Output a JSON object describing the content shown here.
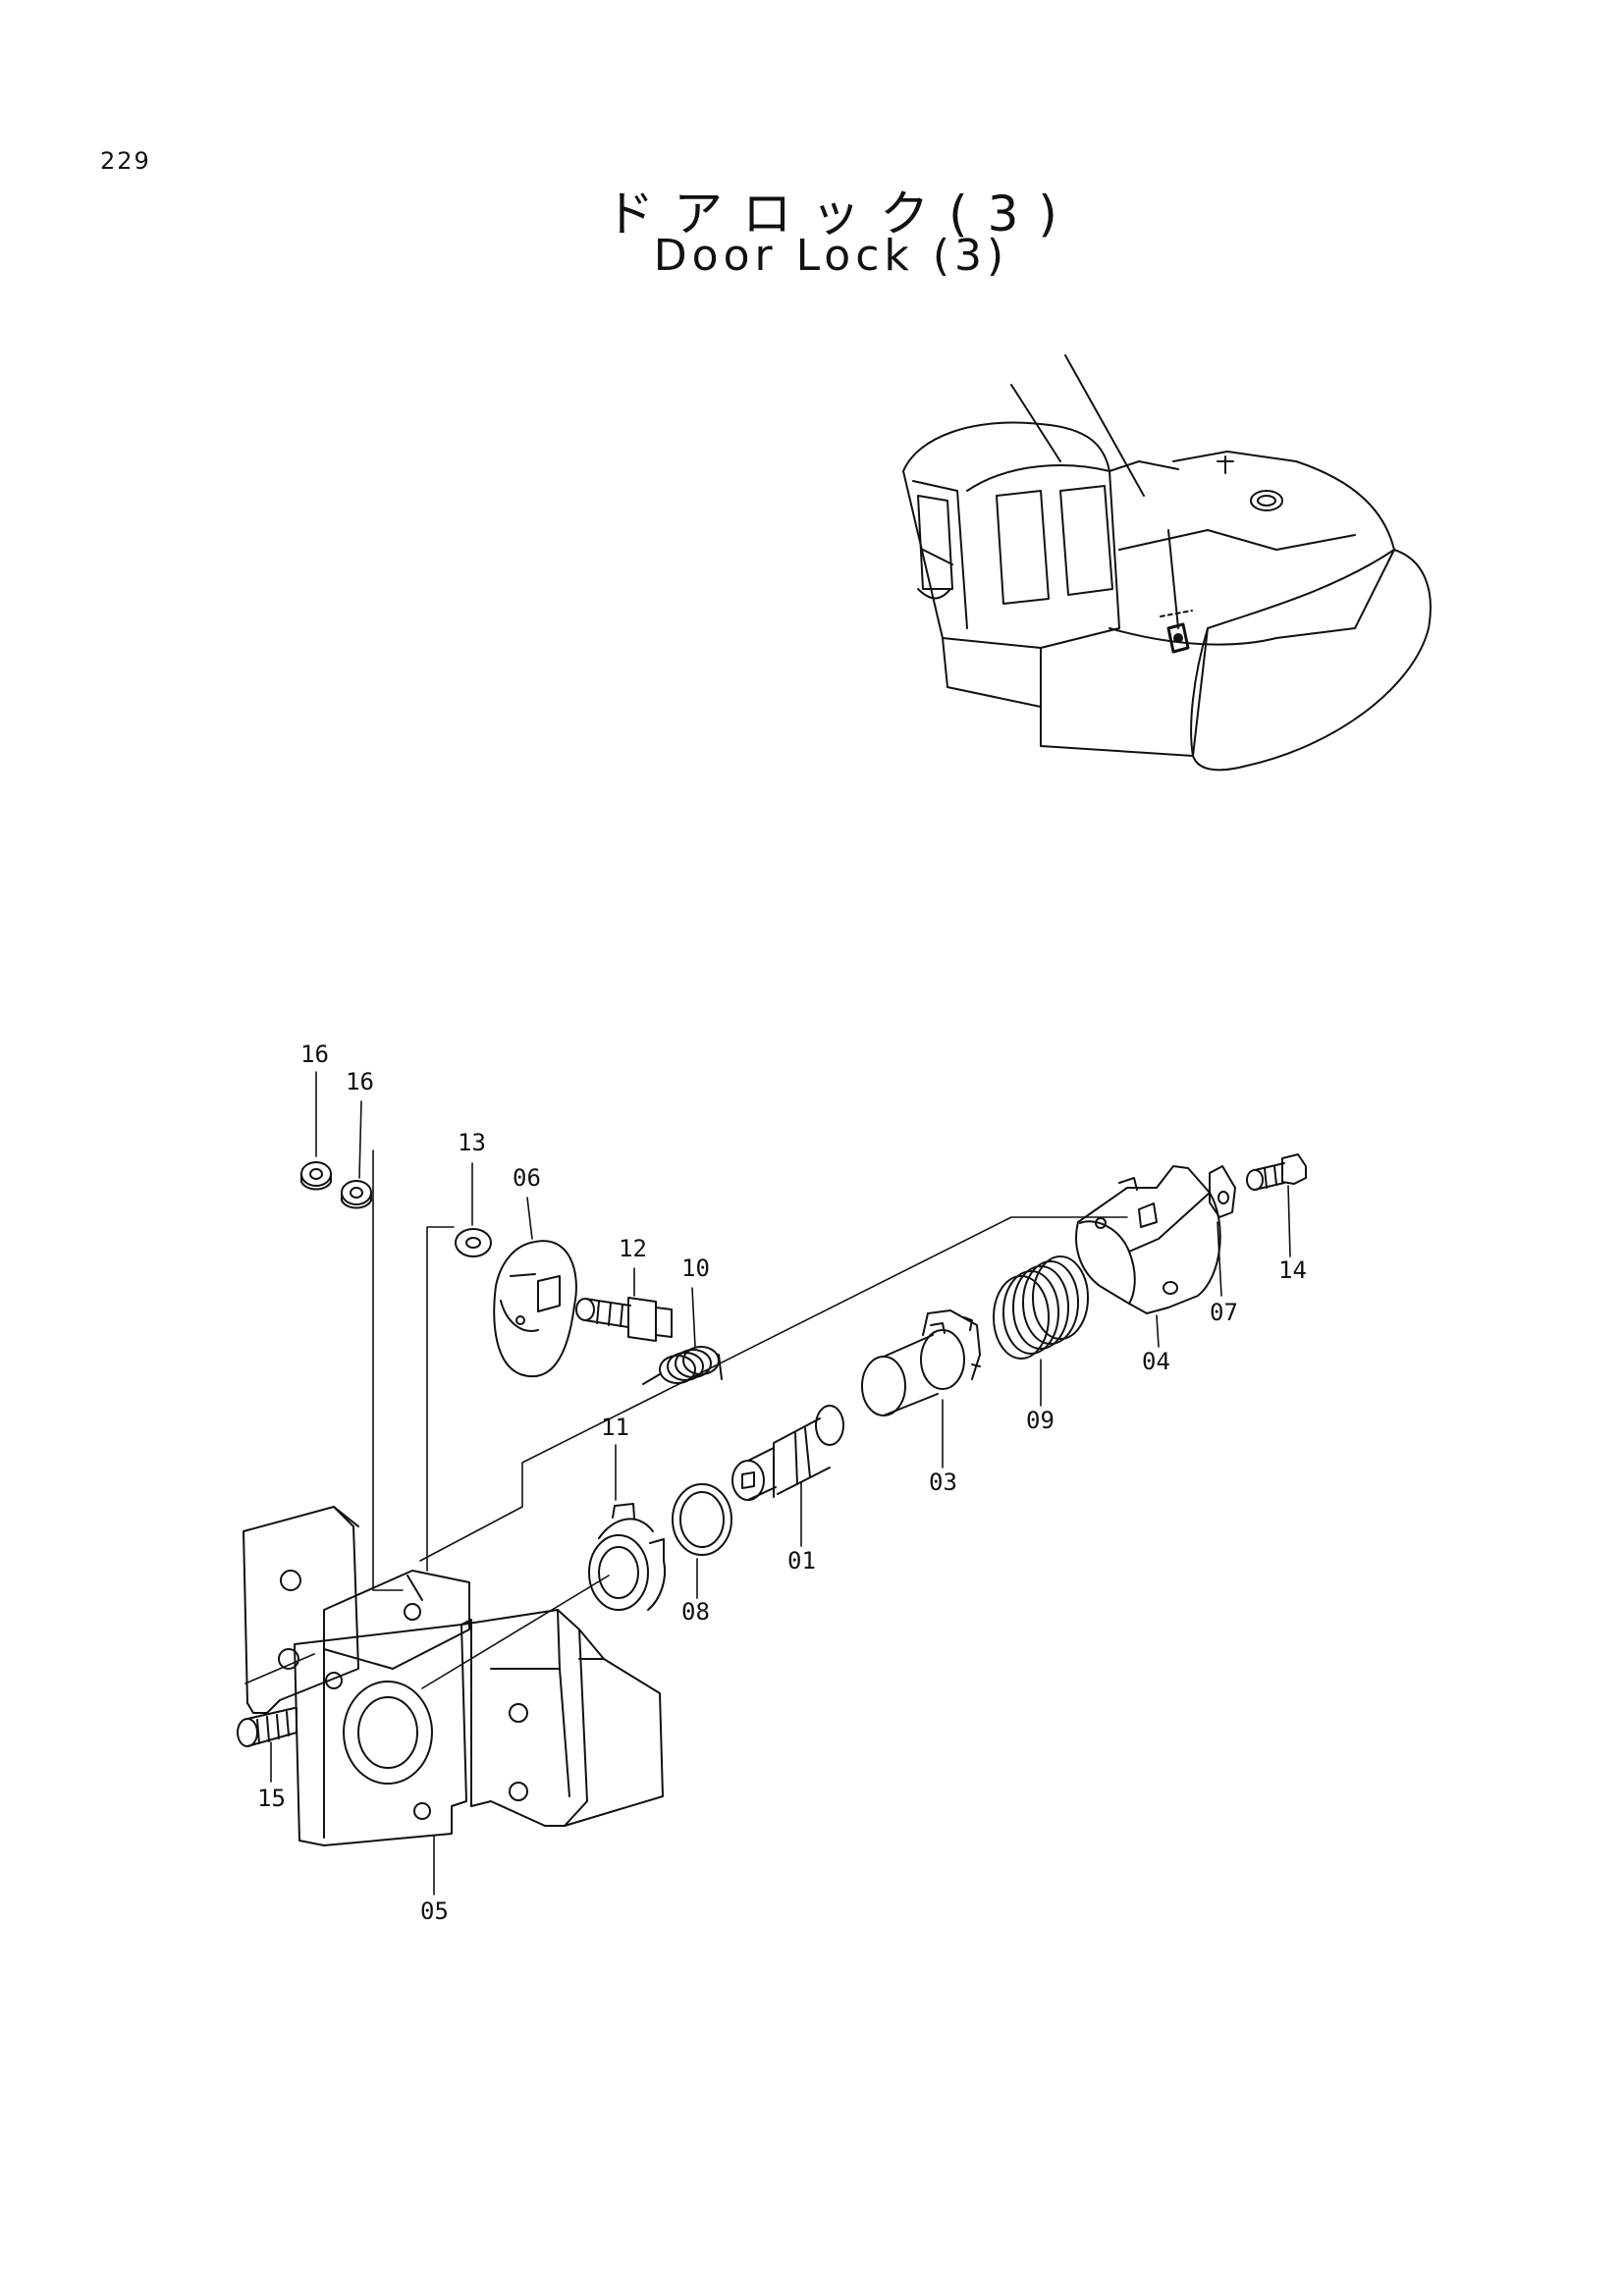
{
  "page": {
    "number": "229"
  },
  "title": {
    "japanese": "ドアロック(3)",
    "english": "Door Lock (3)"
  },
  "callouts": [
    {
      "id": "01",
      "label": "01"
    },
    {
      "id": "03",
      "label": "03"
    },
    {
      "id": "04",
      "label": "04"
    },
    {
      "id": "05",
      "label": "05"
    },
    {
      "id": "06",
      "label": "06"
    },
    {
      "id": "07",
      "label": "07"
    },
    {
      "id": "08",
      "label": "08"
    },
    {
      "id": "09",
      "label": "09"
    },
    {
      "id": "10",
      "label": "10"
    },
    {
      "id": "11",
      "label": "11"
    },
    {
      "id": "12",
      "label": "12"
    },
    {
      "id": "13",
      "label": "13"
    },
    {
      "id": "14",
      "label": "14"
    },
    {
      "id": "15",
      "label": "15"
    },
    {
      "id": "16a",
      "label": "16"
    },
    {
      "id": "16b",
      "label": "16"
    }
  ],
  "colors": {
    "ink": "#111111",
    "paper": "#ffffff"
  }
}
